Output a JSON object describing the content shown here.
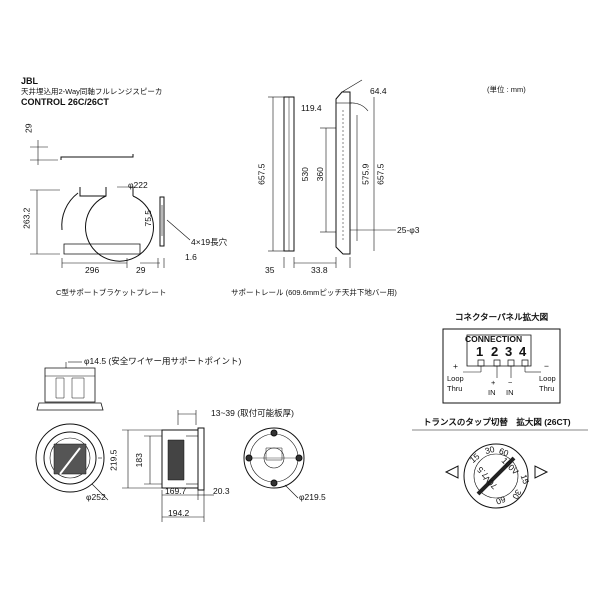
{
  "header": {
    "brand": "JBL",
    "subtitle": "天井埋込用2-Way同軸フルレンジスピーカ",
    "model": "CONTROL 26C/26CT",
    "unit": "(単位 : mm)"
  },
  "bracket": {
    "dims": {
      "top_h": "29",
      "dia": "φ222",
      "height": "263.2",
      "width": "296",
      "tab_w": "29",
      "side_h": "75.5",
      "slots": "4×19長穴",
      "thick": "1.6"
    },
    "caption": "C型サポートブラケットプレート"
  },
  "rail": {
    "dims": {
      "overall": "657.5",
      "top_off": "119.4",
      "angle": "64.4",
      "inner": "530",
      "mid": "360",
      "span": "575.9",
      "right": "657.5",
      "holes": "25-φ3",
      "w1": "35",
      "w2": "33.8"
    },
    "caption": "サポートレール (609.6mmピッチ天井下地バー用)"
  },
  "connector": {
    "title": "コネクターパネル拡大図",
    "label": "CONNECTION",
    "pins": [
      "1",
      "2",
      "3",
      "4"
    ],
    "plus": "+",
    "minus": "−",
    "loop_left": [
      "Loop",
      "Thru"
    ],
    "loop_right": [
      "Loop",
      "Thru"
    ],
    "in_left": "IN",
    "in_right": "IN"
  },
  "speaker": {
    "wire_point": "φ14.5 (安全ワイヤー用サポートポイント)",
    "panel": "13~39 (取付可能板厚)",
    "h1": "219.5",
    "h2": "183",
    "d1": "φ252",
    "w1": "169.7",
    "w2": "20.3",
    "w3": "194.2",
    "d2": "φ219.5"
  },
  "tap": {
    "title": "トランスのタップ切替　拡大図 (26CT)",
    "labels": [
      "15",
      "30",
      "60",
      "100V",
      "7.5",
      "70V",
      "15",
      "30",
      "60"
    ]
  }
}
